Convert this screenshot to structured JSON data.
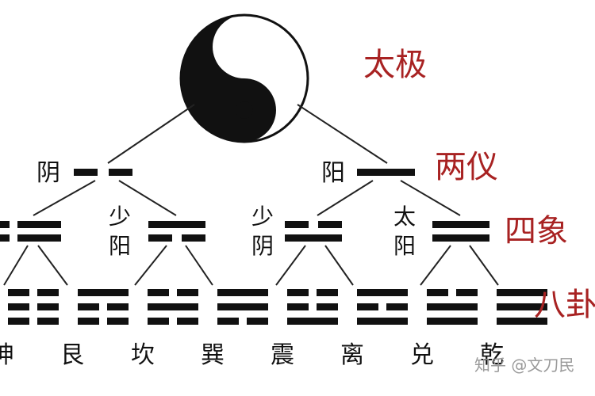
{
  "levels": {
    "taiji": "太极",
    "liangyi": "两仪",
    "sixiang": "四象",
    "bagua": "八卦"
  },
  "liangyi": {
    "yin": "阴",
    "yang": "阳"
  },
  "sixiang": {
    "shaoyang": [
      "少",
      "阳"
    ],
    "shaoyin": [
      "少",
      "阴"
    ],
    "taiyang": [
      "太",
      "阳"
    ]
  },
  "trigram_names": [
    "坤",
    "艮",
    "坎",
    "巽",
    "震",
    "离",
    "兑",
    "乾"
  ],
  "trigrams": [
    [
      0,
      0,
      0
    ],
    [
      0,
      0,
      1
    ],
    [
      0,
      1,
      0
    ],
    [
      0,
      1,
      1
    ],
    [
      1,
      0,
      0
    ],
    [
      1,
      0,
      1
    ],
    [
      1,
      1,
      0
    ],
    [
      1,
      1,
      1
    ]
  ],
  "watermark": "知乎 @文刀民"
}
